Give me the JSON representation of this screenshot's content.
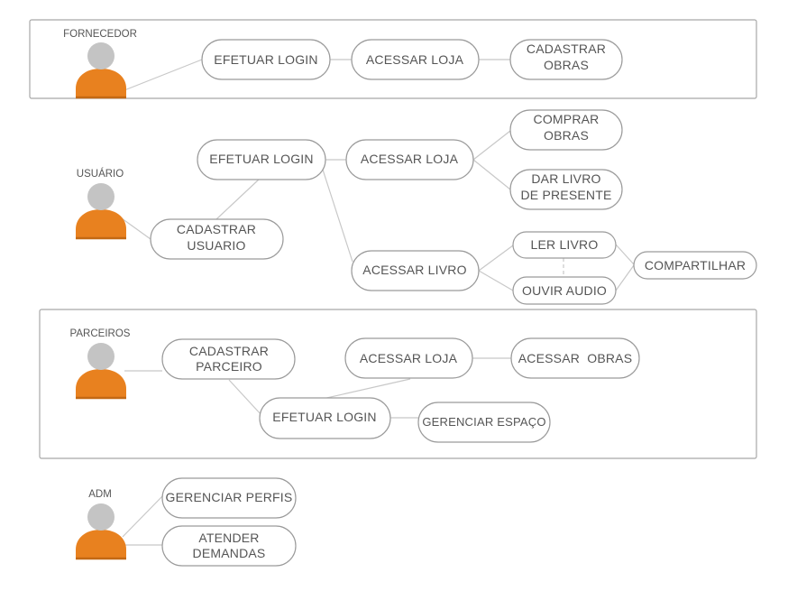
{
  "colors": {
    "actor_body": "#e8811f",
    "actor_head": "#c4c4c4",
    "line": "#c8c8c8",
    "border": "#9a9a9a",
    "text": "#555555"
  },
  "fornecedor": {
    "actor": "FORNECEDOR",
    "efetuar_login": "EFETUAR LOGIN",
    "acessar_loja": "ACESSAR LOJA",
    "cadastrar_obras": [
      "CADASTRAR",
      "OBRAS"
    ]
  },
  "usuario": {
    "actor": "USUÁRIO",
    "efetuar_login": "EFETUAR LOGIN",
    "acessar_loja": "ACESSAR LOJA",
    "comprar_obras": [
      "COMPRAR",
      "OBRAS"
    ],
    "dar_livro_presente": [
      "DAR LIVRO",
      "DE PRESENTE"
    ],
    "cadastrar_usuario": [
      "CADASTRAR",
      "USUARIO"
    ],
    "acessar_livro": "ACESSAR LIVRO",
    "ler_livro": "LER LIVRO",
    "ouvir_audio": "OUVIR AUDIO",
    "compartilhar": "COMPARTILHAR"
  },
  "parceiros": {
    "actor": "PARCEIROS",
    "cadastrar_parceiro": [
      "CADASTRAR",
      "PARCEIRO"
    ],
    "acessar_loja": "ACESSAR LOJA",
    "acessar_obras": "ACESSAR  OBRAS",
    "efetuar_login": "EFETUAR LOGIN",
    "gerenciar_espaco": "GERENCIAR ESPAÇO"
  },
  "adm": {
    "actor": "ADM",
    "gerenciar_perfis": "GERENCIAR PERFIS",
    "atender_demandas": [
      "ATENDER",
      "DEMANDAS"
    ]
  }
}
